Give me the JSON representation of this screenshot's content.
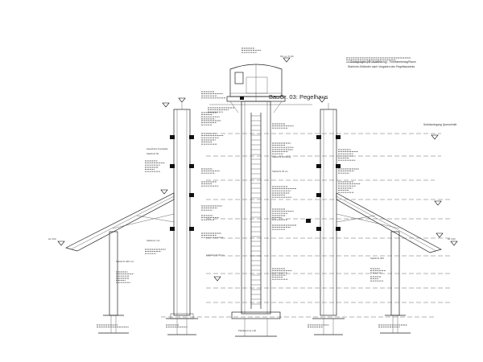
{
  "drawing": {
    "title": "BauGr. 03: Pegelhaus",
    "top_level_label": "NN +m 71,90",
    "legend_line_1": "= Zuwegungen (HF-Ausführung) - Fahrbahnbelag/Raum",
    "legend_line_2": "Stahlrohr-Geländer nach Vorgaben des Pegelbauwerks",
    "section_mark": "Sohldurchgang Querschnitt",
    "side_label_left": "Hs 3,60",
    "side_label_right": "Hs 3,60",
    "base_label": "Pfahlkopf Hs 1,00"
  },
  "notes_left": [
    "Hauptkreis Kopfplatte",
    "Stahlrohr 50",
    "Stahlrohr mm",
    "Stahlrohr 300 mm"
  ],
  "notes_center": [
    "Stahlrohr Dichtung",
    "Stahlrohr 25 cm",
    "Aufsatzrohr 30 cm",
    "Stahlrohr 300"
  ],
  "colors": {
    "line": "#222222",
    "background": "#ffffff"
  },
  "icons": [
    "level-marker-icon"
  ]
}
